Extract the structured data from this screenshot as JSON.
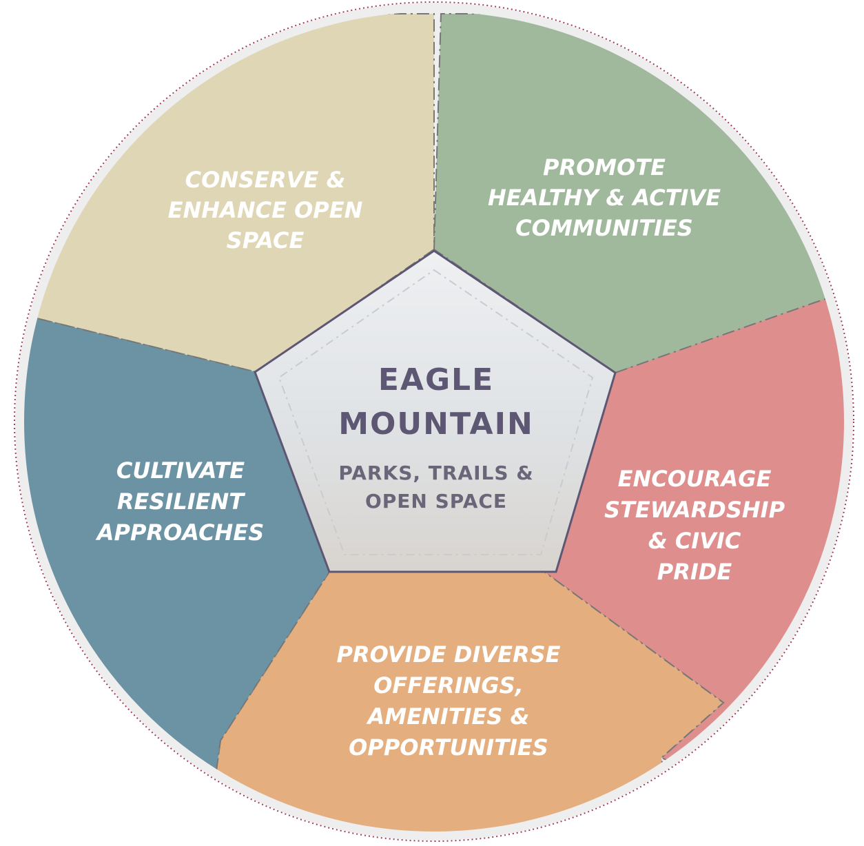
{
  "center": {
    "title_lines": [
      "EAGLE",
      "MOUNTAIN"
    ],
    "subtitle_lines": [
      "PARKS, TRAILS &",
      "OPEN SPACE"
    ]
  },
  "segments": [
    {
      "id": "conserve",
      "lines": [
        "CONSERVE &",
        "ENHANCE OPEN",
        "SPACE"
      ],
      "color": "#ded6b4"
    },
    {
      "id": "promote",
      "lines": [
        "PROMOTE",
        "HEALTHY & ACTIVE",
        "COMMUNITIES"
      ],
      "color": "#a0b89c"
    },
    {
      "id": "encourage",
      "lines": [
        "ENCOURAGE",
        "STEWARDSHIP",
        "& CIVIC",
        "PRIDE"
      ],
      "color": "#de8e8c"
    },
    {
      "id": "provide",
      "lines": [
        "PROVIDE DIVERSE",
        "OFFERINGS,",
        "AMENITIES &",
        "OPPORTUNITIES"
      ],
      "color": "#e4ae7f"
    },
    {
      "id": "cultivate",
      "lines": [
        "CULTIVATE",
        "RESILIENT",
        "APPROACHES"
      ],
      "color": "#6c93a4"
    }
  ],
  "colors": {
    "outer_ring": "#eeeeef",
    "outer_dots": "#a33a5a",
    "pentagon_fill": "#dde1e4",
    "pentagon_stroke": "#5d5773"
  }
}
